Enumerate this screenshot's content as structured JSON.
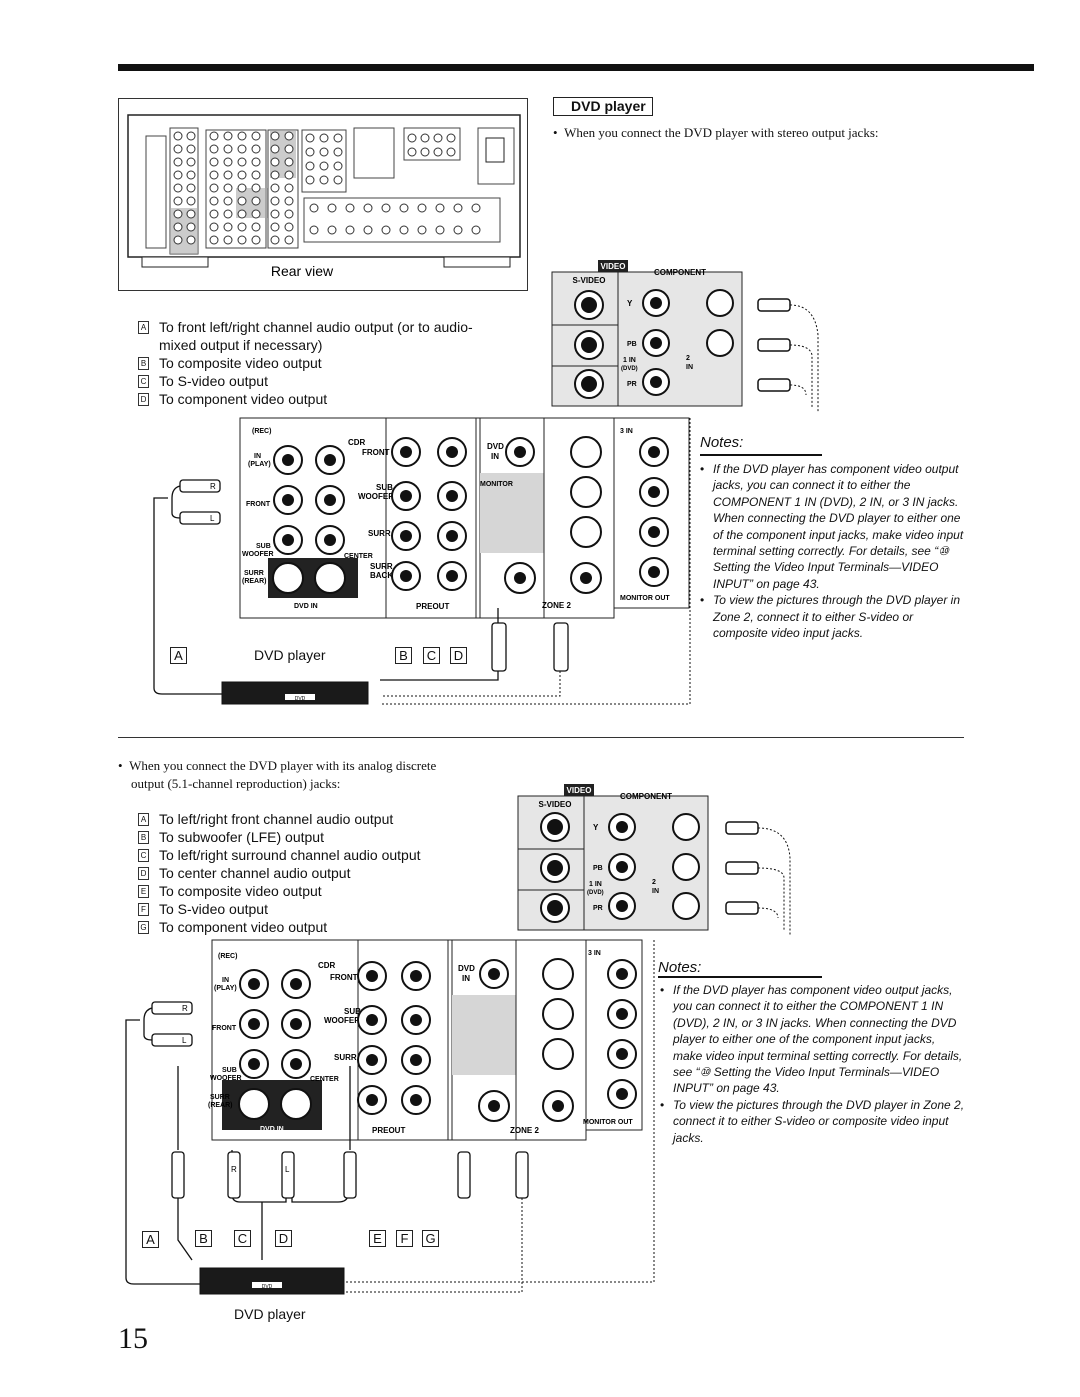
{
  "page": {
    "number": "15"
  },
  "rear_panel": {
    "label": "Rear view"
  },
  "section_title": "DVD player",
  "connection1": {
    "intro": "When you connect the DVD player with stereo output jacks:",
    "legend": [
      {
        "key": "A",
        "text": "To front left/right channel audio output (or to audio-"
      },
      {
        "key": "",
        "text": "mixed output if necessary)"
      },
      {
        "key": "B",
        "text": "To composite video output"
      },
      {
        "key": "C",
        "text": "To S-video output"
      },
      {
        "key": "D",
        "text": "To component video output"
      }
    ],
    "player_caption": "DVD player",
    "letters": [
      "A",
      "B",
      "C",
      "D"
    ],
    "notes_title": "Notes:",
    "notes": [
      "If the DVD player has component video output jacks, you can connect it to either the COMPONENT 1 IN (DVD), 2 IN, or 3 IN jacks. When connecting the DVD player to either one of the component input jacks, make video input terminal setting correctly. For details, see “⑩ Setting the Video Input Terminals—VIDEO INPUT” on page 43.",
      "To view the pictures through the DVD player in Zone 2, connect it to either S-video or composite video input jacks."
    ]
  },
  "connection2": {
    "intro_line1": "When you connect the DVD player with its analog discrete",
    "intro_line2": "output (5.1-channel reproduction) jacks:",
    "legend": [
      {
        "key": "A",
        "text": "To left/right front channel audio output"
      },
      {
        "key": "B",
        "text": "To subwoofer (LFE) output"
      },
      {
        "key": "C",
        "text": "To left/right surround channel audio output"
      },
      {
        "key": "D",
        "text": "To center channel audio output"
      },
      {
        "key": "E",
        "text": "To composite video output"
      },
      {
        "key": "F",
        "text": "To S-video output"
      },
      {
        "key": "G",
        "text": "To component video output"
      }
    ],
    "player_caption": "DVD player",
    "letters": [
      "A",
      "B",
      "C",
      "D",
      "E",
      "F",
      "G"
    ],
    "notes_title": "Notes:",
    "notes": [
      "If the DVD player has component video output jacks, you can connect it to either the COMPONENT 1 IN (DVD), 2 IN, or 3 IN jacks. When connecting the DVD player to either one of the component input jacks, make video input terminal setting correctly. For details, see “⑩ Setting the Video Input Terminals—VIDEO INPUT” on page 43.",
      "To view the pictures through the DVD player in Zone 2, connect it to either S-video or composite video input jacks."
    ]
  },
  "panel_labels": {
    "video": "VIDEO",
    "svideo": "S-VIDEO",
    "component": "COMPONENT",
    "y": "Y",
    "pb": "PB",
    "pr": "PR",
    "in1": "1 IN",
    "dvd": "(DVD)",
    "in2": "2",
    "in2b": "IN",
    "in3": "3 IN",
    "rec": "(REC)",
    "cdr": "CDR",
    "in": "IN",
    "play": "(PLAY)",
    "front": "FRONT",
    "sub": "SUB",
    "woofer": "WOOFER",
    "surr": "SURR",
    "rear": "(REAR)",
    "center": "CENTER",
    "back": "BACK",
    "dvd_in": "DVD IN",
    "preout": "PREOUT",
    "r": "R",
    "l": "L",
    "dvdin": "DVD",
    "dvdin2": "IN",
    "monitor": "MONITOR",
    "monitor_out": "MONITOR OUT",
    "zone2": "ZONE 2",
    "player_badge": "DVD"
  }
}
